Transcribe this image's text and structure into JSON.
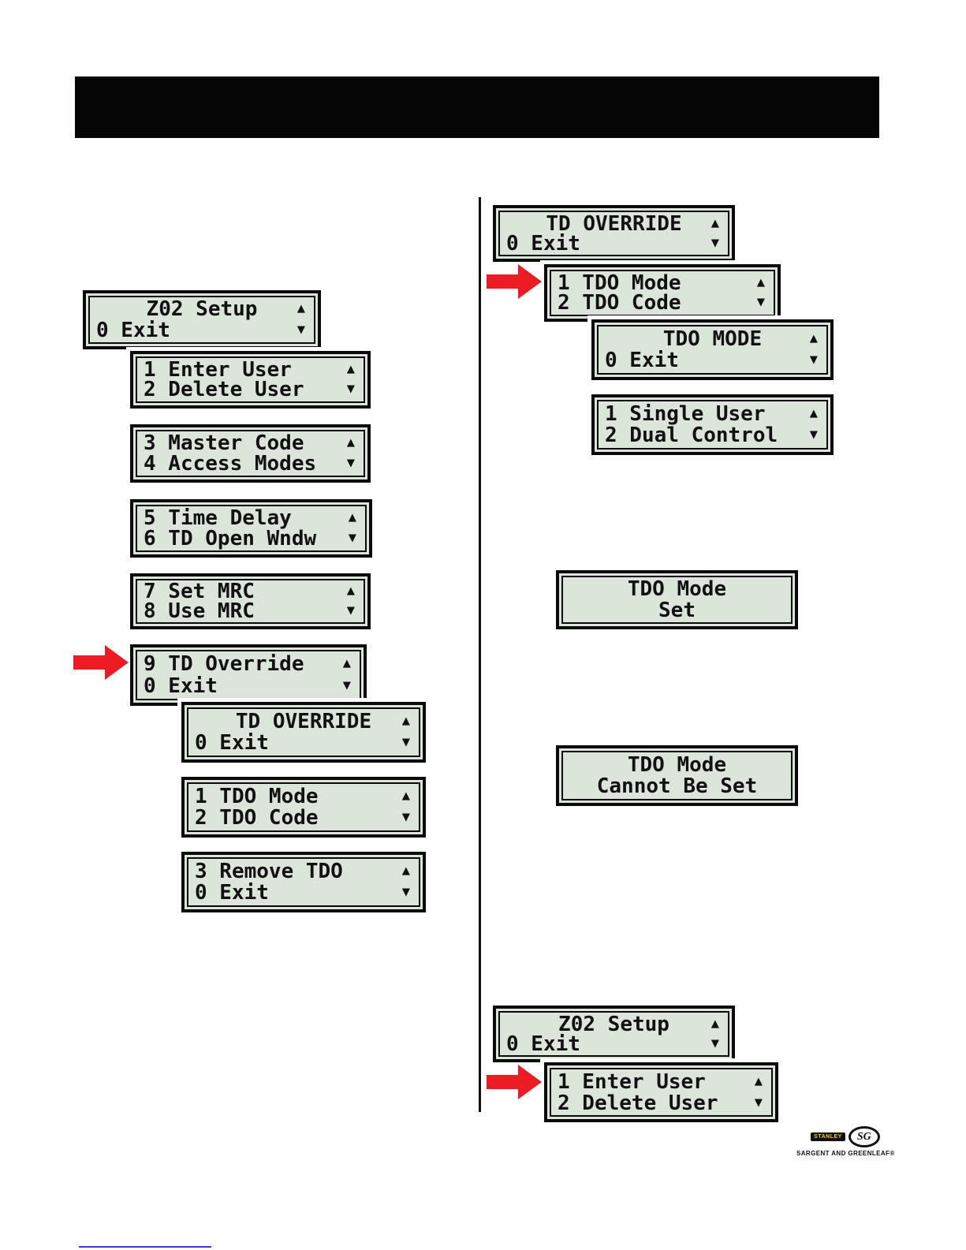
{
  "glyphs": {
    "up_arrow": "▲",
    "down_arrow": "▼"
  },
  "colors": {
    "lcd_bg": "#dbe5da",
    "arrow_red": "#ec1c24"
  },
  "screens": [
    {
      "name": "z02-setup",
      "lines": [
        {
          "text": "Z02 Setup",
          "align": "center",
          "arrow": "up"
        },
        {
          "text": "0 Exit",
          "align": "left",
          "arrow": "down"
        }
      ]
    },
    {
      "name": "enter-delete-user",
      "lines": [
        {
          "text": "1 Enter User",
          "align": "left",
          "arrow": "up"
        },
        {
          "text": "2 Delete User",
          "align": "left",
          "arrow": "down"
        }
      ]
    },
    {
      "name": "master-code-access-modes",
      "lines": [
        {
          "text": "3 Master Code",
          "align": "left",
          "arrow": "up"
        },
        {
          "text": "4 Access Modes",
          "align": "left",
          "arrow": "down"
        }
      ]
    },
    {
      "name": "time-delay-td-open-wndw",
      "lines": [
        {
          "text": "5 Time Delay",
          "align": "left",
          "arrow": "up"
        },
        {
          "text": "6 TD Open Wndw",
          "align": "left",
          "arrow": "down"
        }
      ]
    },
    {
      "name": "set-mrc-use-mrc",
      "lines": [
        {
          "text": "7 Set MRC",
          "align": "left",
          "arrow": "up"
        },
        {
          "text": "8 Use MRC",
          "align": "left",
          "arrow": "down"
        }
      ]
    },
    {
      "name": "td-override-exit",
      "lines": [
        {
          "text": "9 TD Override",
          "align": "left",
          "arrow": "up"
        },
        {
          "text": "0 Exit",
          "align": "left",
          "arrow": "down"
        }
      ]
    },
    {
      "name": "td-override-title-left",
      "lines": [
        {
          "text": "TD OVERRIDE",
          "align": "center",
          "arrow": "up"
        },
        {
          "text": "0 Exit",
          "align": "left",
          "arrow": "down"
        }
      ]
    },
    {
      "name": "tdo-mode-code-left",
      "lines": [
        {
          "text": "1 TDO Mode",
          "align": "left",
          "arrow": "up"
        },
        {
          "text": "2 TDO Code",
          "align": "left",
          "arrow": "down"
        }
      ]
    },
    {
      "name": "remove-tdo",
      "lines": [
        {
          "text": "3 Remove TDO",
          "align": "left",
          "arrow": "up"
        },
        {
          "text": "0 Exit",
          "align": "left",
          "arrow": "down"
        }
      ]
    },
    {
      "name": "td-override-title-right",
      "lines": [
        {
          "text": "TD OVERRIDE",
          "align": "center",
          "arrow": "up"
        },
        {
          "text": "0 Exit",
          "align": "left",
          "arrow": "down"
        }
      ]
    },
    {
      "name": "tdo-mode-code-right",
      "lines": [
        {
          "text": "1 TDO Mode",
          "align": "left",
          "arrow": "up"
        },
        {
          "text": "2 TDO Code",
          "align": "left",
          "arrow": "down"
        }
      ]
    },
    {
      "name": "tdo-mode-title",
      "lines": [
        {
          "text": "TDO MODE",
          "align": "center",
          "arrow": "up"
        },
        {
          "text": "0 Exit",
          "align": "left",
          "arrow": "down"
        }
      ]
    },
    {
      "name": "single-user-dual-control",
      "lines": [
        {
          "text": "1 Single User",
          "align": "left",
          "arrow": "up"
        },
        {
          "text": "2 Dual Control",
          "align": "left",
          "arrow": "down"
        }
      ]
    },
    {
      "name": "tdo-mode-set",
      "lines": [
        {
          "text": "TDO Mode",
          "align": "center",
          "arrow": null
        },
        {
          "text": "Set",
          "align": "center",
          "arrow": null
        }
      ]
    },
    {
      "name": "tdo-mode-cannot-be-set",
      "lines": [
        {
          "text": "TDO Mode",
          "align": "center",
          "arrow": null
        },
        {
          "text": "Cannot Be Set",
          "align": "center",
          "arrow": null
        }
      ]
    },
    {
      "name": "z02-setup-right",
      "lines": [
        {
          "text": "Z02 Setup",
          "align": "center",
          "arrow": "up"
        },
        {
          "text": "0 Exit",
          "align": "left",
          "arrow": "down"
        }
      ]
    },
    {
      "name": "enter-delete-user-right",
      "lines": [
        {
          "text": "1 Enter User",
          "align": "left",
          "arrow": "up"
        },
        {
          "text": "2 Delete User",
          "align": "left",
          "arrow": "down"
        }
      ]
    }
  ],
  "logo": {
    "stanley": "STANLEY",
    "monogram": "SG",
    "brand": "SARGENT AND GREENLEAF®"
  }
}
